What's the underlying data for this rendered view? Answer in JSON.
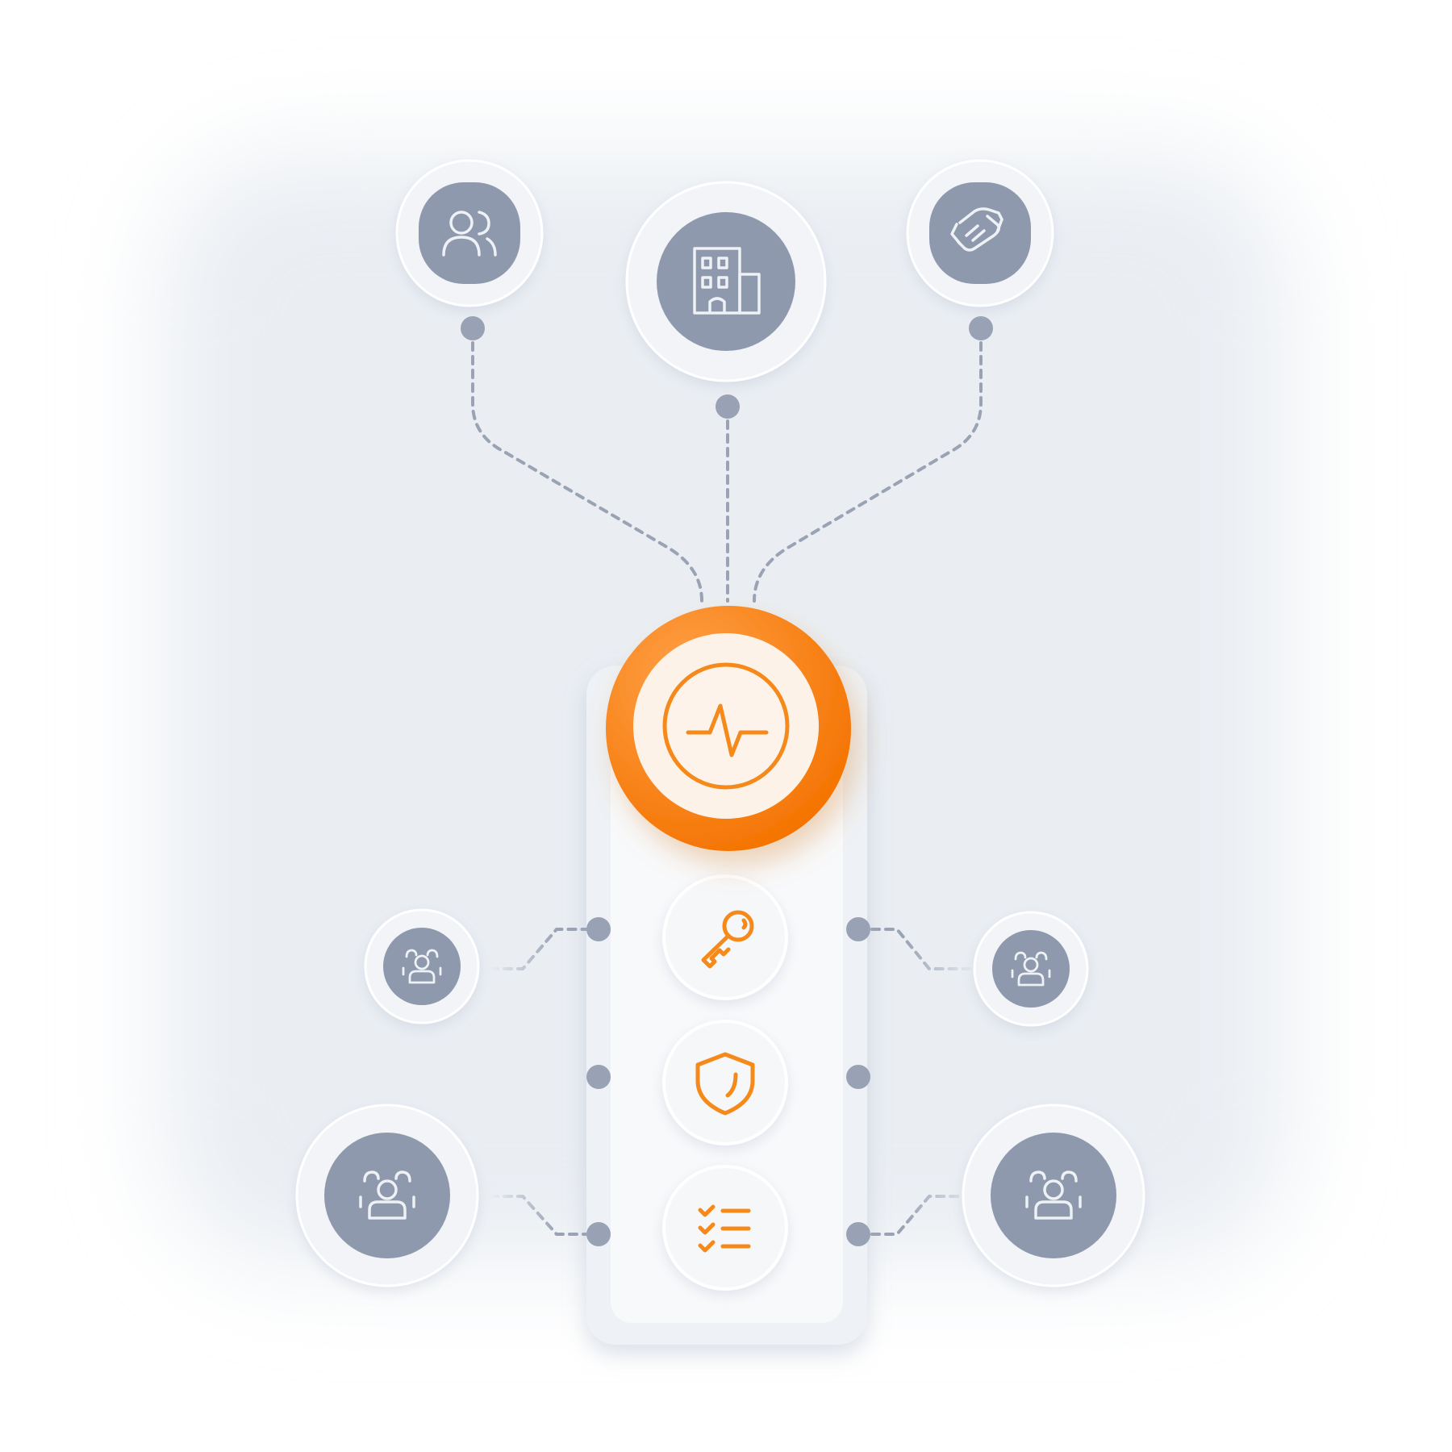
{
  "diagram": {
    "colors": {
      "background_panel": "#eef1f5",
      "node_fill": "#8e99ad",
      "node_ring": "#f1f3f6",
      "connector": "#9aa3b4",
      "accent": "#ff8a1f",
      "accent_dark": "#f36f00",
      "accent_inner": "#fdf1e6",
      "column_fill": "#f4f6f9"
    },
    "hub": {
      "icon": "activity-pulse-icon"
    },
    "top_nodes": [
      {
        "icon": "users-icon"
      },
      {
        "icon": "building-icon"
      },
      {
        "icon": "handshake-icon"
      }
    ],
    "column_items": [
      {
        "icon": "key-icon"
      },
      {
        "icon": "shield-icon"
      },
      {
        "icon": "checklist-icon"
      }
    ],
    "side_nodes": [
      {
        "icon": "group-icon",
        "side": "left"
      },
      {
        "icon": "group-icon",
        "side": "right"
      },
      {
        "icon": "group-icon",
        "side": "left"
      },
      {
        "icon": "group-icon",
        "side": "right"
      }
    ]
  }
}
